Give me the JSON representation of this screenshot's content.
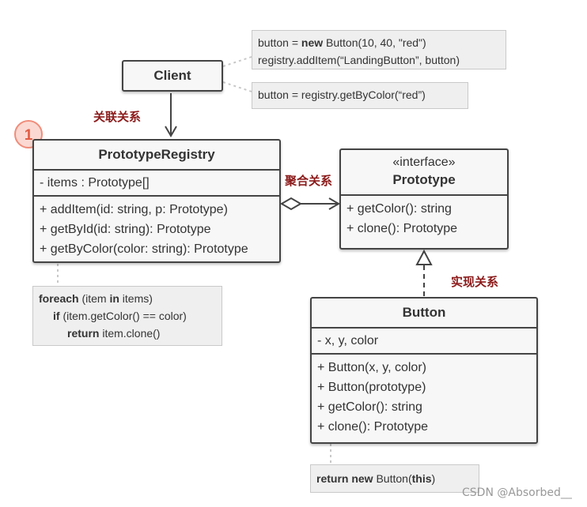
{
  "client": {
    "title": "Client"
  },
  "client_notes": {
    "create": {
      "line1_pre": "button = ",
      "line1_kw": "new",
      "line1_post": " Button(10, 40, \"red\")",
      "line2": "registry.addItem(“LandingButton”, button)"
    },
    "lookup": {
      "line1": "button = registry.getByColor(“red”)"
    }
  },
  "badge": {
    "number": "1"
  },
  "relations": {
    "association": "关联关系",
    "aggregation": "聚合关系",
    "realization": "实现关系"
  },
  "registry": {
    "title": "PrototypeRegistry",
    "fields": [
      "- items : Prototype[]"
    ],
    "methods": [
      "+ addItem(id: string, p: Prototype)",
      "+ getById(id: string): Prototype",
      "+ getByColor(color: string): Prototype"
    ]
  },
  "registry_note": {
    "l1_kw": "foreach",
    "l1_a": " (item ",
    "l1_kw2": "in",
    "l1_b": " items)",
    "l2_kw": "if",
    "l2_a": " (item.getColor() == color)",
    "l3_kw": "return",
    "l3_a": " item.clone()"
  },
  "prototype": {
    "stereotype": "«interface»",
    "title": "Prototype",
    "methods": [
      "+ getColor(): string",
      "+ clone(): Prototype"
    ]
  },
  "button_class": {
    "title": "Button",
    "fields": [
      "- x, y, color"
    ],
    "methods": [
      "+ Button(x, y, color)",
      "+ Button(prototype)",
      "+ getColor(): string",
      "+ clone(): Prototype"
    ]
  },
  "button_note": {
    "kw1": "return",
    "kw2": "new",
    "a": " Button(",
    "kw3": "this",
    "b": ")"
  },
  "watermark": "CSDN @Absorbed__",
  "colors": {
    "relation_label": "#8b1a1a",
    "badge": "#f08c7a",
    "box_fill": "#f7f7f7",
    "note_fill": "#efefef"
  }
}
